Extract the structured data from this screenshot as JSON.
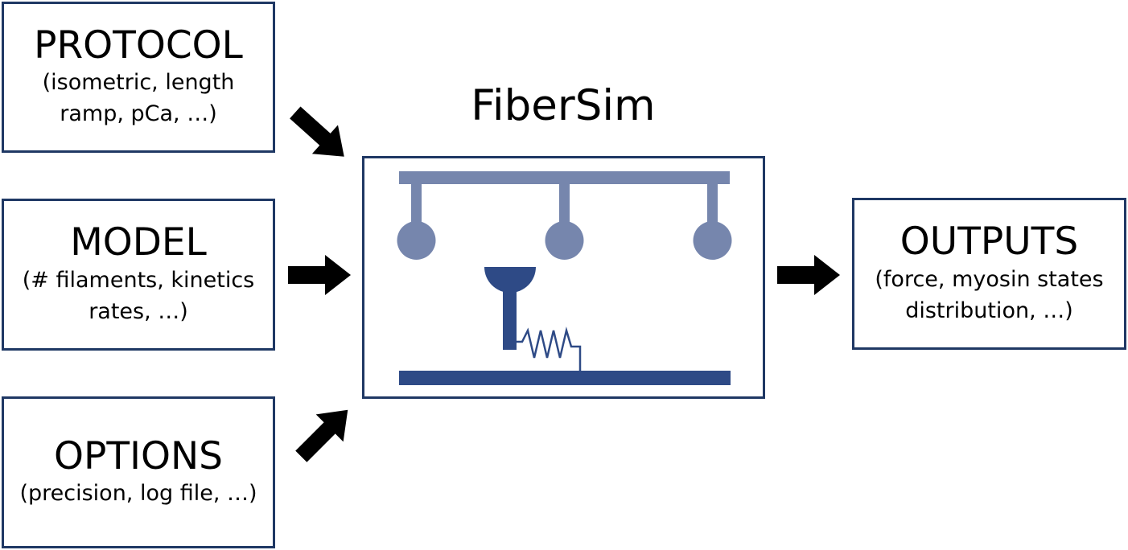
{
  "diagram": {
    "title": "FiberSim",
    "inputs": [
      {
        "title": "PROTOCOL",
        "lines": [
          "(isometric, length",
          "ramp, pCa, …)"
        ]
      },
      {
        "title": "MODEL",
        "lines": [
          "(# filaments, kinetics",
          "rates, …)"
        ]
      },
      {
        "title": "OPTIONS",
        "lines": [
          "(precision, log file, …)"
        ]
      }
    ],
    "output": {
      "title": "OUTPUTS",
      "lines": [
        "(force, myosin states",
        "distribution, …)"
      ]
    }
  },
  "colors": {
    "box_border": "#1f3864",
    "thin_filament": "#7686ad",
    "thick_filament": "#2e4a86",
    "arrow": "#000000"
  },
  "icons": {
    "thin_filament": "actin-filament-icon",
    "myosin": "myosin-head-icon",
    "spring": "spring-icon",
    "thick_filament": "thick-filament-icon",
    "arrow": "arrow-icon"
  }
}
